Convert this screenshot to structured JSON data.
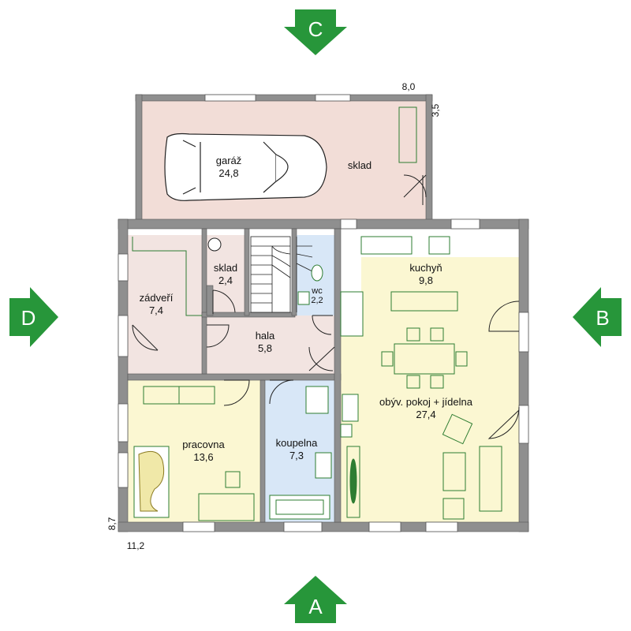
{
  "rooms": {
    "garaz": {
      "name": "garáž",
      "area": "24,8"
    },
    "sklad_garage": {
      "name": "sklad"
    },
    "zadveri": {
      "name": "zádveří",
      "area": "7,4"
    },
    "sklad_small": {
      "name": "sklad",
      "area": "2,4"
    },
    "wc": {
      "name": "wc",
      "area": "2,2"
    },
    "hala": {
      "name": "hala",
      "area": "5,8"
    },
    "kuchyn": {
      "name": "kuchyň",
      "area": "9,8"
    },
    "obyvak": {
      "name": "obýv. pokoj + jídelna",
      "area": "27,4"
    },
    "pracovna": {
      "name": "pracovna",
      "area": "13,6"
    },
    "koupelna": {
      "name": "koupelna",
      "area": "7,3"
    }
  },
  "dimensions": {
    "garage_width": "8,0",
    "garage_depth": "3,5",
    "house_width": "11,2",
    "house_depth": "8,7"
  },
  "sides": {
    "top": "C",
    "right": "B",
    "bottom": "A",
    "left": "D"
  },
  "colors": {
    "wall": "#8f8f8f",
    "garage_floor": "#f2ddd7",
    "hall_floor": "#f2e4e1",
    "living_floor": "#fbf7d2",
    "study_floor": "#fbf7d2",
    "bath_floor": "#d8e7f7",
    "arrow_green": "#27963a",
    "furniture_line": "#2e7d32"
  }
}
